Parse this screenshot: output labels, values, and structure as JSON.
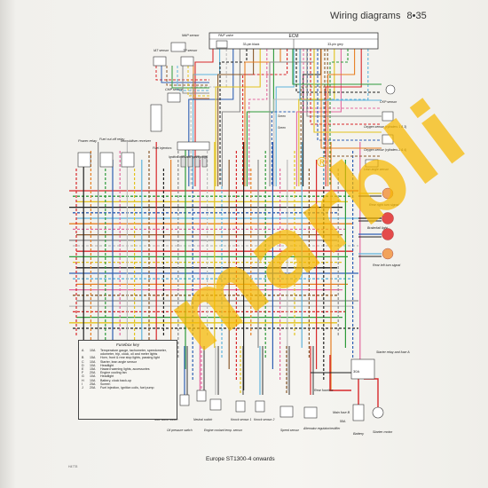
{
  "header": {
    "title": "Wiring diagrams",
    "page_number": "8•35"
  },
  "caption": "Europe ST1300-4 onwards",
  "figure_code": "H4778",
  "watermark": {
    "text": "marbli",
    "mark": "®"
  },
  "ecm": {
    "label": "ECM",
    "connector_left": "33-pin black",
    "connector_right": "33-pin grey"
  },
  "components": {
    "map_sensor": "MAP sensor",
    "paif_valve": "PAIF valve",
    "iat_sensor": "IAT sensor",
    "tp_sensor": "TP sensor",
    "cmp_sensor": "CMP sensor",
    "ckp_sensor": "CKP sensor",
    "fuel_injectors": "Fuel injectors",
    "ignition_coils": "Ignition coils and spark plugs",
    "power_relay": "Power relay",
    "fuel_cutoff_relay": "Fuel cut-off relay",
    "immobiliser_receiver": "Immobiliser receiver",
    "oxygen_sensor_1_3": "Oxygen sensor (cylinders 1 & 3)",
    "oxygen_sensor_2_4": "Oxygen sensor (cylinders 2 & 4)",
    "lean_angle_sensor": "Lean angle sensor",
    "rear_right_turn": "Rear right turn signal",
    "brake_tail_light": "Brake/tail light",
    "rear_left_turn": "Rear left turn signal",
    "starter_relay": "Starter relay and fuse A",
    "rear_fusebox": "Rear fusebox",
    "main_fuse": "Main fuse B",
    "battery": "Battery",
    "starter_motor": "Starter motor",
    "alternator": "Alternator regulator/rectifier",
    "speed_sensor": "Speed sensor",
    "knock_sensor_2": "Knock sensor 2",
    "knock_sensor_1": "Knock sensor 1",
    "engine_coolant_temp": "Engine coolant temp. sensor",
    "neutral_switch": "Neutral switch",
    "oil_pressure_switch": "Oil pressure switch",
    "side_stand_switch": "Side stand switch",
    "fuse_30a": "30A",
    "fuse_55a": "55A"
  },
  "wire_labels": {
    "green1": "Green",
    "green2": "Green"
  },
  "fusebox_key": {
    "title": "Fusebox key",
    "rows": [
      {
        "id": "A",
        "amp": "10A",
        "desc": "Temperature gauge, tachometer, speedometer, odometer, trip, clock, oil and meter lights"
      },
      {
        "id": "B",
        "amp": "15A",
        "desc": "Horn, front & rear stop lights, passing light"
      },
      {
        "id": "C",
        "amp": "10A",
        "desc": "Starter, lean angle sensor"
      },
      {
        "id": "D",
        "amp": "10A",
        "desc": "Headlight"
      },
      {
        "id": "E",
        "amp": "15A",
        "desc": "Hazard warning lights, accessories"
      },
      {
        "id": "F",
        "amp": "20A",
        "desc": "Engine cooling fan"
      },
      {
        "id": "G",
        "amp": "10A",
        "desc": "Headlight"
      },
      {
        "id": "H",
        "amp": "10A",
        "desc": "Battery, clock back-up"
      },
      {
        "id": "I",
        "amp": "25A",
        "desc": "Screen"
      },
      {
        "id": "J",
        "amp": "20A",
        "desc": "Fuel injection, ignition coils, fuel pump"
      }
    ]
  },
  "wire_colors": {
    "red": "#d8282b",
    "green": "#2e9a3a",
    "yellow": "#e2c21c",
    "black": "#202020",
    "blue": "#2f5fb3",
    "lightblue": "#5fb3dc",
    "orange": "#e77f22",
    "pink": "#e36aa0",
    "white": "#bdbdbd",
    "brown": "#8a5a2c",
    "grey": "#8d8d8d"
  },
  "lamp_colors": {
    "amber": "#f2a35c",
    "red": "#e44b4b"
  }
}
